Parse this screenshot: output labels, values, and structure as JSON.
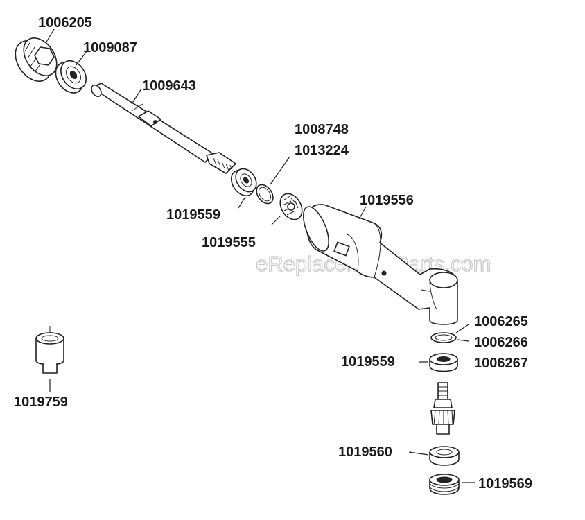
{
  "watermark": "eReplacementParts.com",
  "labels": {
    "p1006205": "1006205",
    "p1009087": "1009087",
    "p1009643": "1009643",
    "p1008748": "1008748",
    "p1013224": "1013224",
    "p1019556": "1019556",
    "p1019559_top": "1019559",
    "p1019555": "1019555",
    "p1006265": "1006265",
    "p1006266": "1006266",
    "p1006267": "1006267",
    "p1019559_bottom": "1019559",
    "p1019759": "1019759",
    "p1019560": "1019560",
    "p1019569": "1019569"
  }
}
